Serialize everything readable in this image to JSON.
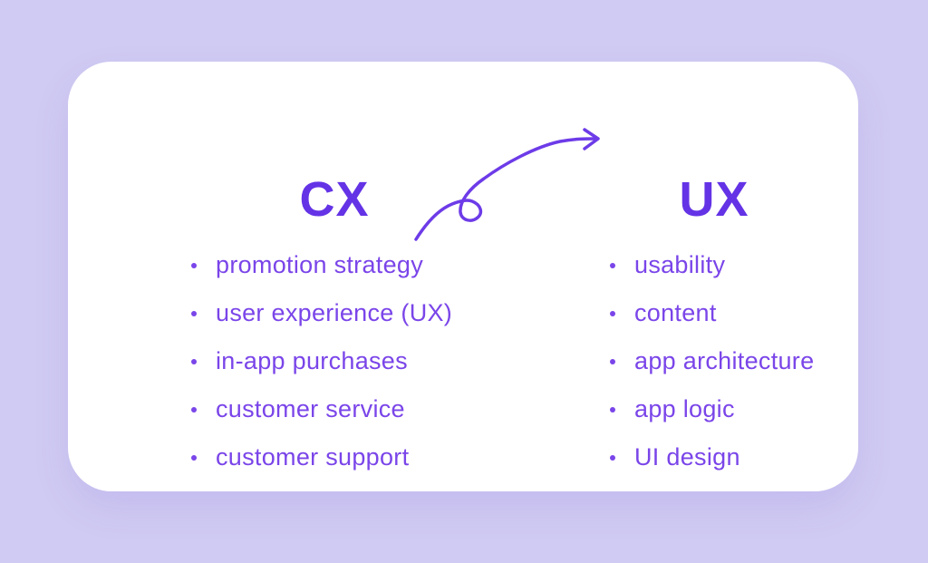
{
  "page": {
    "background_color": "#d0cbf2",
    "card_color": "#ffffff"
  },
  "colors": {
    "title_text": "#6433e6",
    "list_text": "#7a45e9",
    "arrow": "#6d3be8"
  },
  "columns": [
    {
      "title": "CX",
      "items": [
        "promotion strategy",
        "user experience (UX)",
        "in-app purchases",
        "customer service",
        "customer support"
      ]
    },
    {
      "title": "UX",
      "items": [
        "usability",
        "content",
        "app architecture",
        "app logic",
        "UI design"
      ]
    }
  ],
  "icons": {
    "arrow": "loop-arrow-icon"
  }
}
